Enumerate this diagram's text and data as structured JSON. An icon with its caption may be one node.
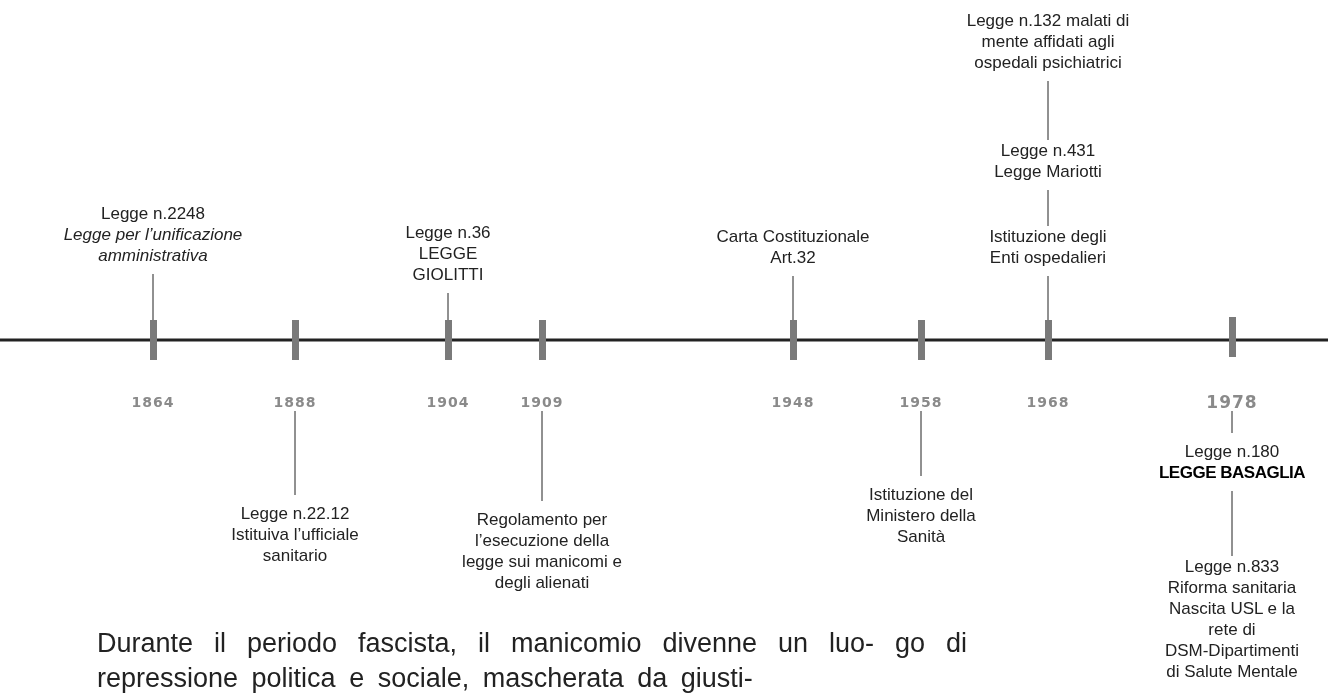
{
  "diagram": {
    "nodes": [
      {
        "text": [],
        "shape": "bar",
        "beside": [
          "1864"
        ]
      },
      {
        "text": [],
        "shape": "bar",
        "beside": [
          "1888"
        ]
      },
      {
        "text": [],
        "shape": "bar",
        "beside": [
          "1904"
        ]
      },
      {
        "text": [],
        "shape": "bar",
        "beside": [
          "1909"
        ]
      },
      {
        "text": [],
        "shape": "bar",
        "beside": [
          "1948"
        ]
      },
      {
        "text": [],
        "shape": "bar",
        "beside": [
          "1958"
        ]
      },
      {
        "text": [],
        "shape": "bar",
        "beside": [
          "1968"
        ]
      },
      {
        "text": [],
        "shape": "bar",
        "beside": [
          "1978"
        ]
      },
      {
        "text": [
          "Legge n.2248",
          "Legge per l’unificazione amministrativa"
        ]
      },
      {
        "text": [
          "Legge n.22.12 Istituiva l’ufficiale sanitario"
        ]
      },
      {
        "text": [
          "Legge n.36 LEGGE GIOLITTI"
        ]
      },
      {
        "text": [
          "Regolamento per l’esecuzione della legge sui manicomi e degli alienati"
        ]
      },
      {
        "text": [
          "Carta Costituzionale Art.32"
        ]
      },
      {
        "text": [
          "Istituzione del Ministero della Sanità"
        ]
      },
      {
        "text": [
          "Legge n.132 malati di mente affidati agli ospedali psichiatrici"
        ]
      },
      {
        "text": [
          "Legge n.431 Legge Mariotti"
        ]
      },
      {
        "text": [
          "Istituzione degli Enti ospedalieri"
        ]
      },
      {
        "text": [
          "Legge n.180",
          "LEGGE BASAGLIA"
        ]
      },
      {
        "text": [
          "Legge n.833 Riforma sanitaria Nascita USL e la rete di DSM-Dipartimenti di Salute Mentale"
        ]
      }
    ],
    "edges": [
      {
        "from": 8,
        "to": 0,
        "arrow": "none"
      },
      {
        "from": 9,
        "to": 1,
        "arrow": "none"
      },
      {
        "from": 10,
        "to": 2,
        "arrow": "none"
      },
      {
        "from": 11,
        "to": 3,
        "arrow": "none"
      },
      {
        "from": 12,
        "to": 4,
        "arrow": "none"
      },
      {
        "from": 13,
        "to": 5,
        "arrow": "none"
      },
      {
        "from": 14,
        "to": 15,
        "arrow": "none"
      },
      {
        "from": 15,
        "to": 16,
        "arrow": "none"
      },
      {
        "from": 16,
        "to": 6,
        "arrow": "none"
      },
      {
        "from": 17,
        "to": 7,
        "arrow": "none"
      },
      {
        "from": 17,
        "to": 18,
        "arrow": "none"
      }
    ],
    "labels": [
      "Durante il periodo fascista, il manicomio divenne un luo- go di repressione politica e sociale, mascherata da giusti-"
    ]
  }
}
